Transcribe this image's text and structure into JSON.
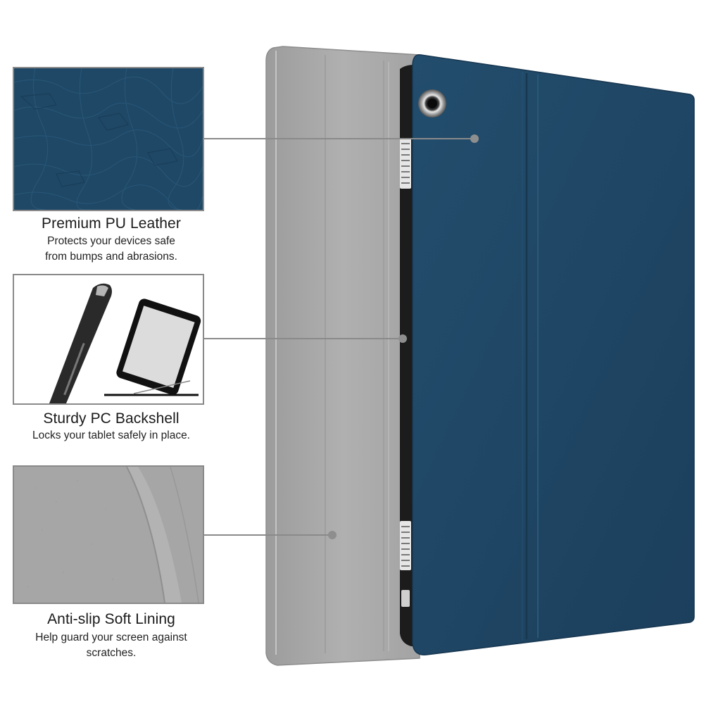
{
  "features": [
    {
      "title": "Premium PU Leather",
      "description_lines": [
        "Protects your devices safe",
        "from bumps and abrasions."
      ],
      "swatch_color": "#1f4866"
    },
    {
      "title": "Sturdy PC Backshell",
      "description_lines": [
        "Locks your tablet safely in place."
      ],
      "swatch_color": "#ffffff"
    },
    {
      "title": "Anti-slip Soft Lining",
      "description_lines": [
        "Help guard your screen against",
        "scratches."
      ],
      "swatch_color": "#a6a6a6"
    }
  ],
  "product": {
    "cover_color": "#1e4462",
    "lining_color": "#a7a7a7",
    "shell_color": "#1c1c1c"
  },
  "callout_color": "#8a8a8a"
}
